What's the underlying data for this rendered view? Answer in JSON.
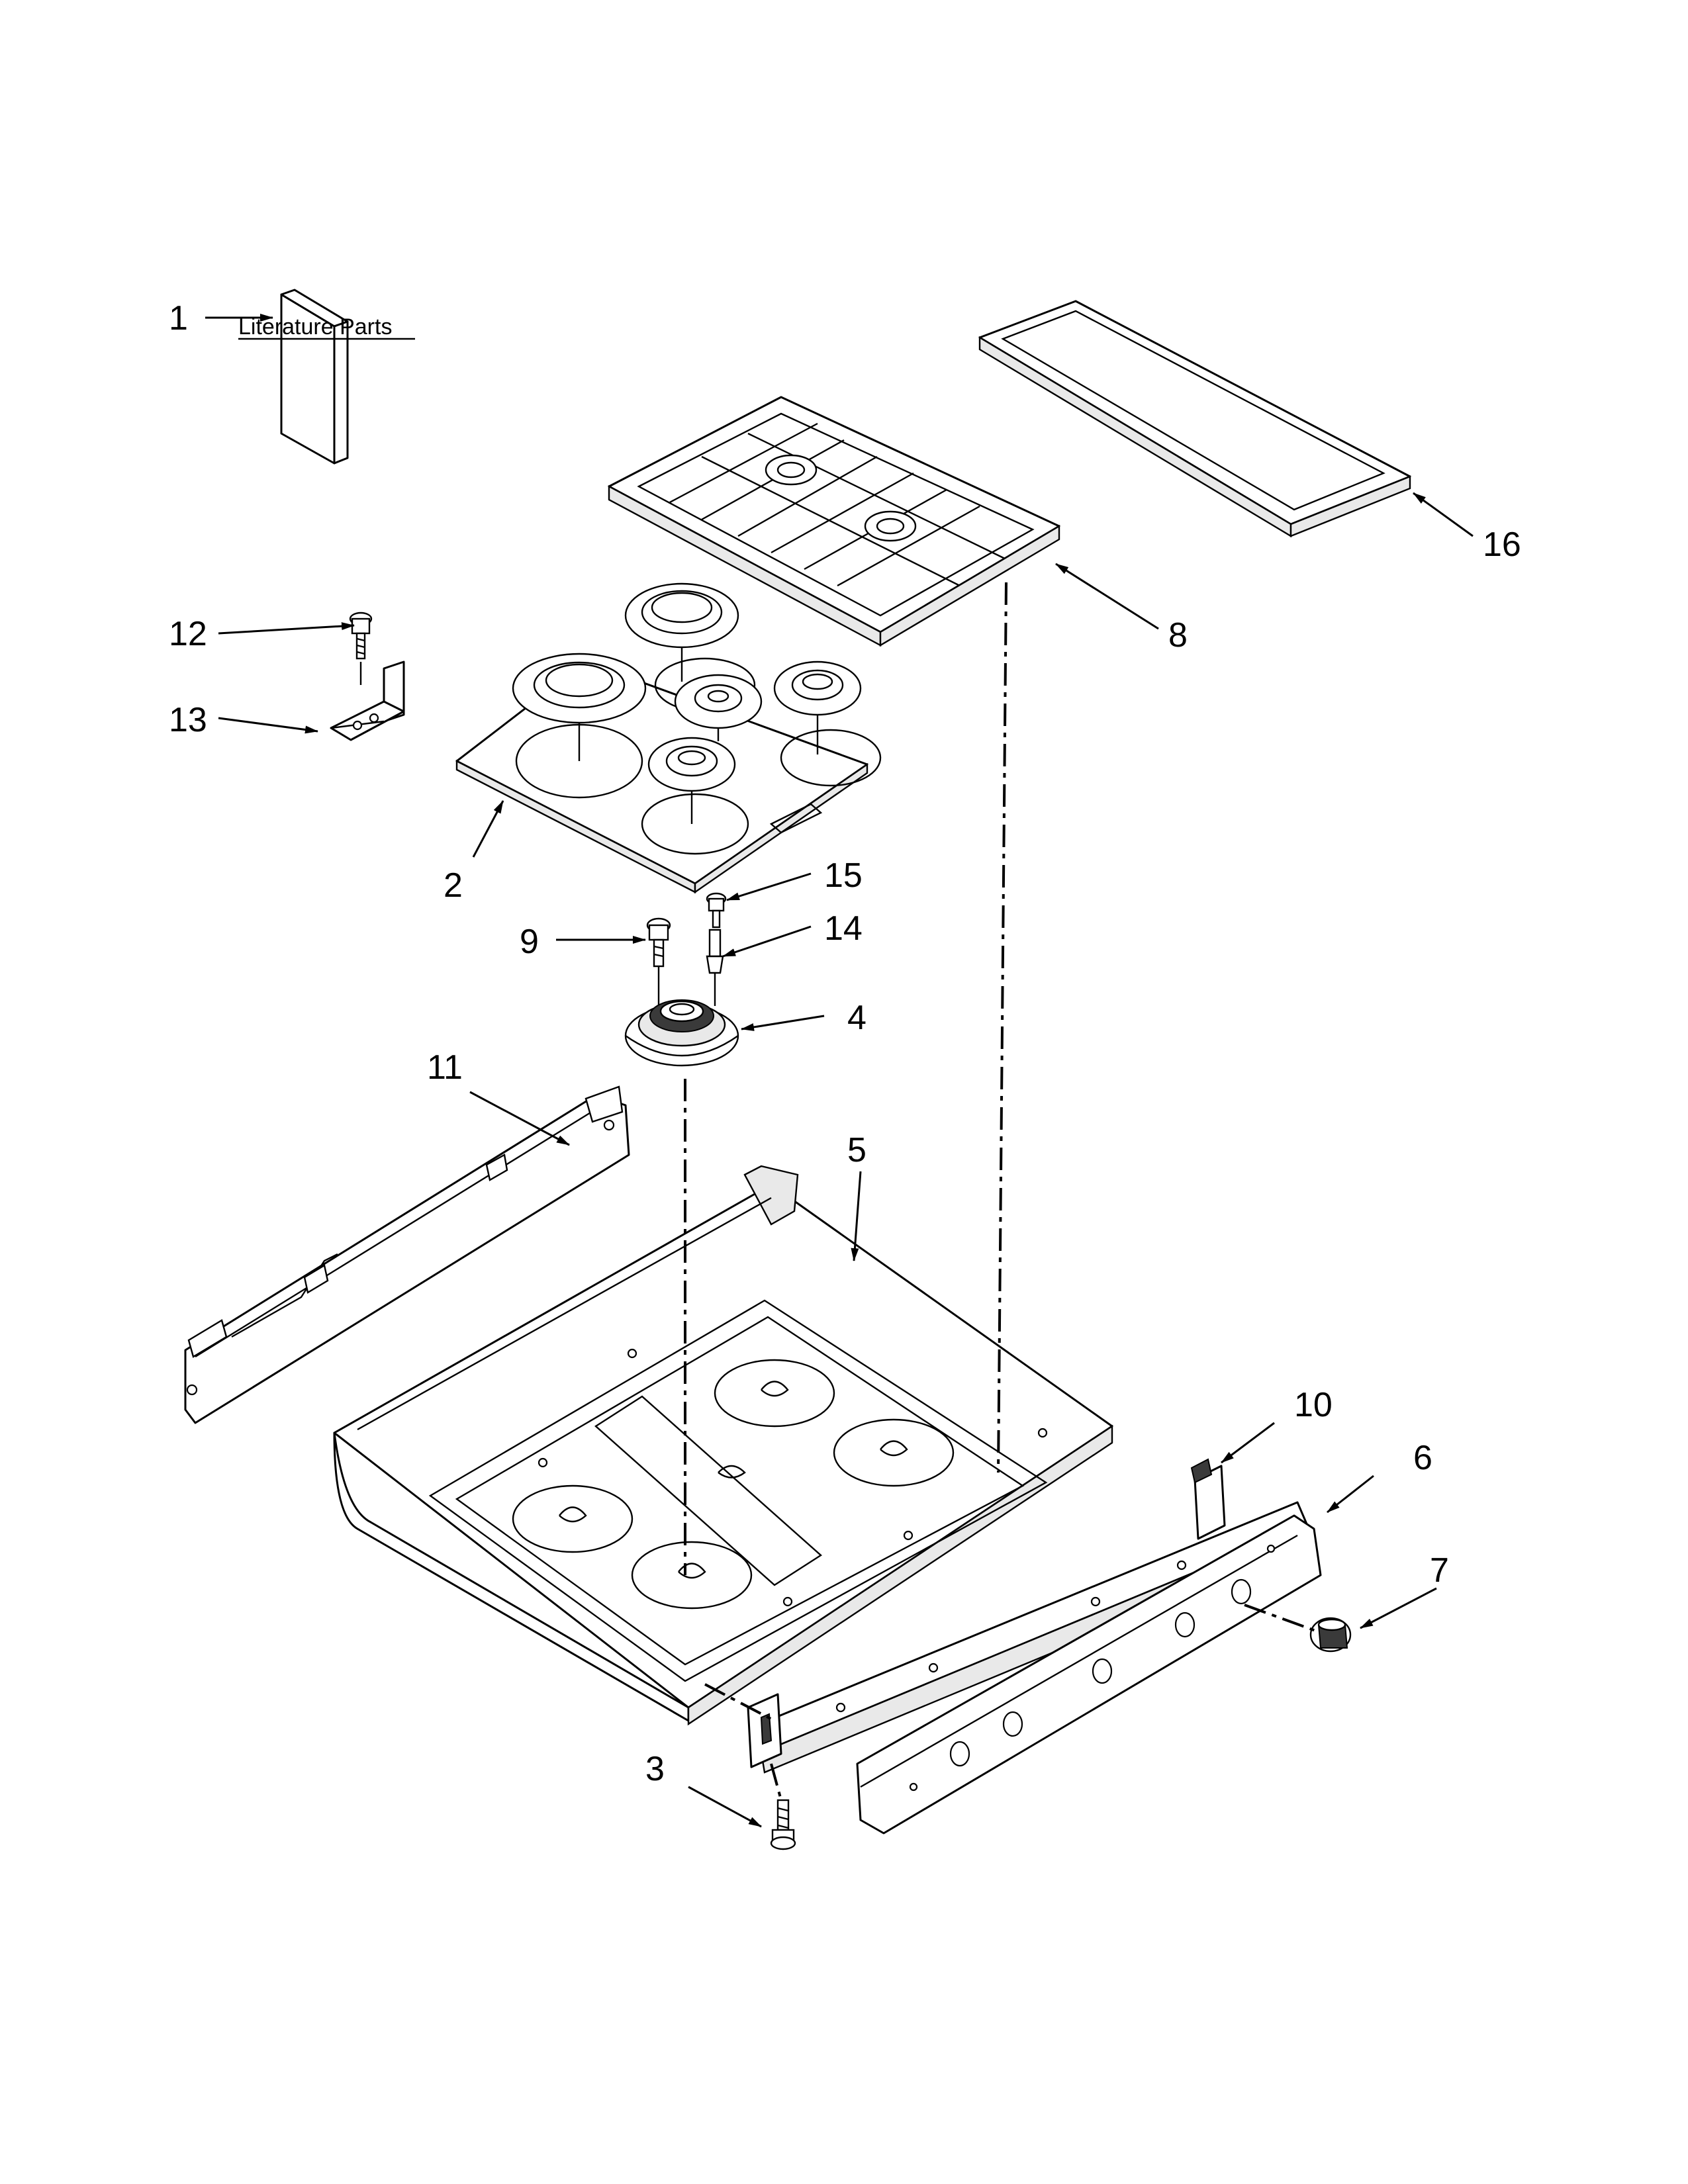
{
  "diagram": {
    "callouts": [
      {
        "id": "1",
        "text": "1"
      },
      {
        "id": "2",
        "text": "2"
      },
      {
        "id": "3",
        "text": "3"
      },
      {
        "id": "4",
        "text": "4"
      },
      {
        "id": "5",
        "text": "5"
      },
      {
        "id": "6",
        "text": "6"
      },
      {
        "id": "7",
        "text": "7"
      },
      {
        "id": "8",
        "text": "8"
      },
      {
        "id": "9",
        "text": "9"
      },
      {
        "id": "10",
        "text": "10"
      },
      {
        "id": "11",
        "text": "11"
      },
      {
        "id": "12",
        "text": "12"
      },
      {
        "id": "13",
        "text": "13"
      },
      {
        "id": "14",
        "text": "14"
      },
      {
        "id": "15",
        "text": "15"
      },
      {
        "id": "16",
        "text": "16"
      }
    ],
    "literature_label": "Literature Parts"
  }
}
